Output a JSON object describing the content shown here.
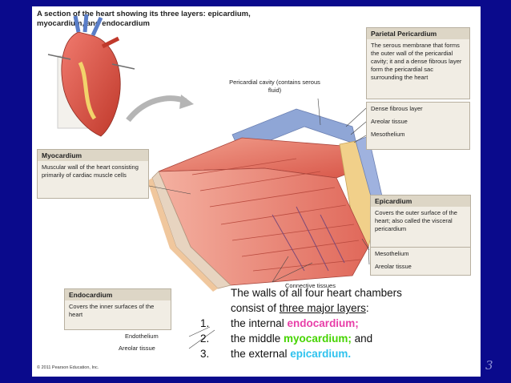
{
  "figure": {
    "title": "A section of the heart showing its three layers: epicardium, myocardium, and endocardium",
    "parietal": {
      "heading": "Parietal Pericardium",
      "body": "The serous membrane that forms the outer wall of the pericardial cavity; it and a dense fibrous layer form the pericardial sac surrounding the heart",
      "layers": [
        "Dense fibrous layer",
        "Areolar tissue",
        "Mesothelium"
      ]
    },
    "pericardial_cavity": "Pericardial cavity (contains serous fluid)",
    "myocardium": {
      "heading": "Myocardium",
      "body": "Muscular wall of the heart consisting primarily of cardiac muscle cells"
    },
    "epicardium": {
      "heading": "Epicardium",
      "body": "Covers the outer surface of the heart; also called the visceral pericardium",
      "layers": [
        "Mesothelium",
        "Areolar tissue"
      ]
    },
    "connective": "Connective tissues",
    "endocardium": {
      "heading": "Endocardium",
      "body": "Covers the inner surfaces of the heart",
      "layers": [
        "Endothelium",
        "Areolar tissue"
      ]
    },
    "copyright": "© 2011 Pearson Education, Inc."
  },
  "caption": {
    "intro_a": "The walls of all four heart chambers",
    "intro_b": "consist of ",
    "intro_link": "three major layers",
    "intro_c": ":",
    "items": [
      {
        "num": "1.",
        "prefix": "the internal ",
        "term": "endocardium;",
        "suffix": ""
      },
      {
        "num": "2.",
        "prefix": "the middle ",
        "term": "myocardium;",
        "suffix": " and"
      },
      {
        "num": "3.",
        "prefix": "the external ",
        "term": "epicardium.",
        "suffix": ""
      }
    ]
  },
  "colors": {
    "background": "#0a0a8c",
    "endocardium": "#e83ea8",
    "myocardium": "#46d400",
    "epicardium": "#2ec2ee"
  },
  "page_number": "3"
}
